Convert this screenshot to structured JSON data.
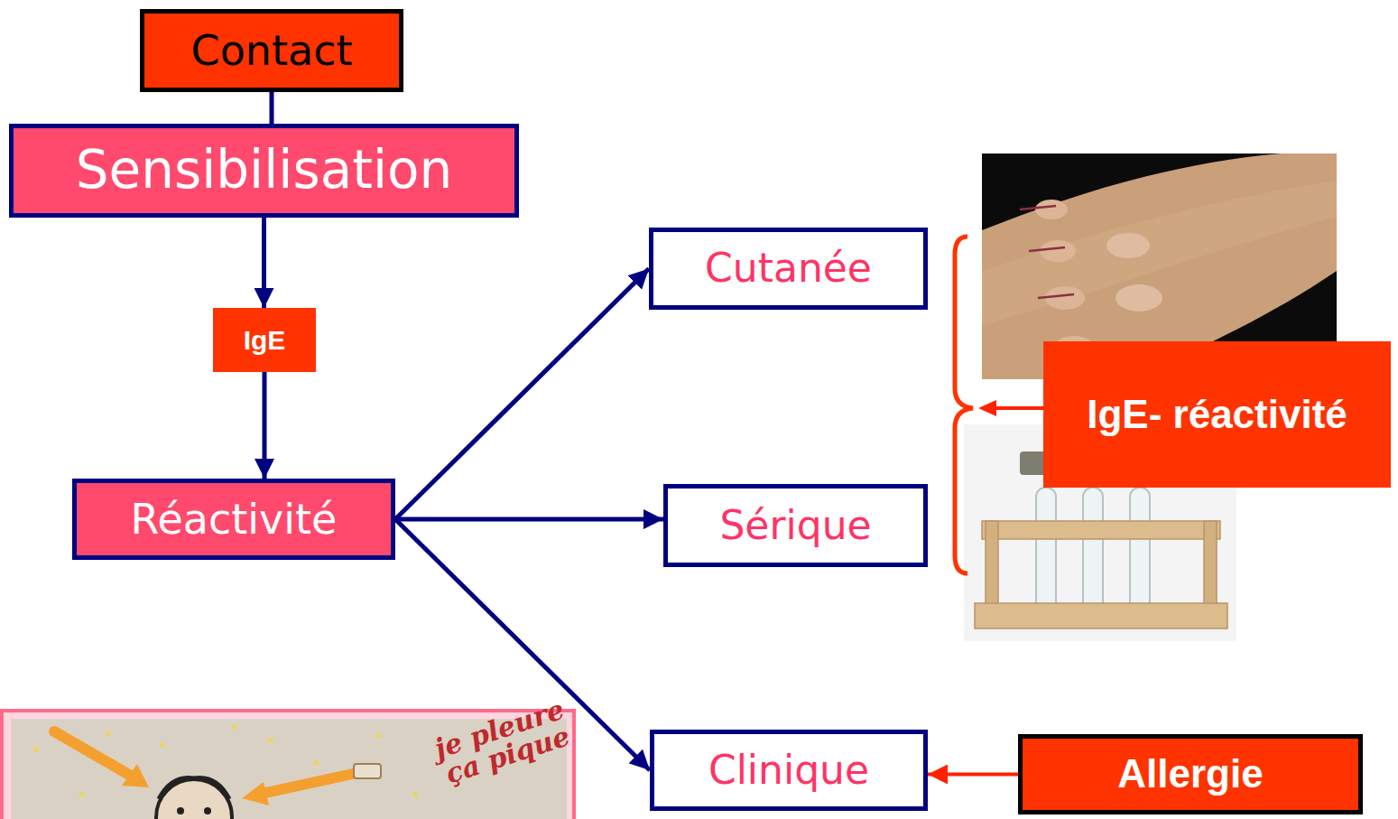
{
  "diagram": {
    "nodes": [
      {
        "text": [
          "Contact"
        ]
      },
      {
        "text": [
          "Sensibilisation"
        ]
      },
      {
        "text": [
          "IgE"
        ]
      },
      {
        "text": [
          "Réactivité"
        ]
      },
      {
        "text": [
          "Cutanée"
        ]
      },
      {
        "text": [
          "Sérique"
        ]
      },
      {
        "text": [
          "Clinique"
        ]
      },
      {
        "text": [
          "IgE- réactivité"
        ]
      },
      {
        "text": [
          "Allergie"
        ]
      }
    ],
    "edges": [
      {
        "from": 0,
        "to": 1,
        "arrow": "none"
      },
      {
        "from": 1,
        "to": 2,
        "arrow": "to"
      },
      {
        "from": 2,
        "to": 3,
        "arrow": "to"
      },
      {
        "from": 3,
        "to": 4,
        "arrow": "to"
      },
      {
        "from": 3,
        "to": 5,
        "arrow": "to"
      },
      {
        "from": 3,
        "to": 6,
        "arrow": "to"
      },
      {
        "from": 8,
        "to": 6,
        "arrow": "to"
      }
    ],
    "labels": [
      "je pleure ça pique"
    ]
  }
}
